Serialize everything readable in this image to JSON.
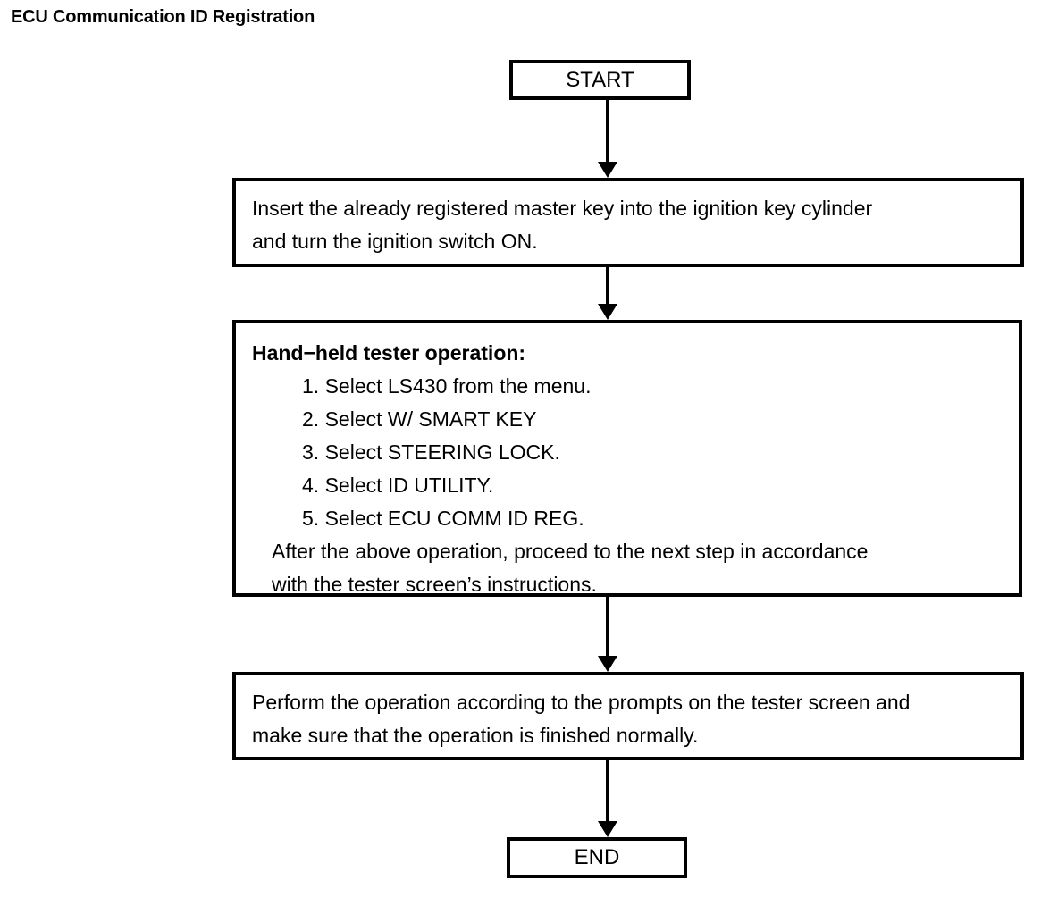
{
  "document": {
    "title": "ECU Communication ID Registration"
  },
  "flowchart": {
    "start": {
      "label": "START"
    },
    "end": {
      "label": "END"
    },
    "step_insert_key": {
      "line1": "Insert the already registered master key into the ignition key cylinder",
      "line2": "and turn the ignition switch ON."
    },
    "step_tester": {
      "heading": "Hand−held tester operation:",
      "steps": [
        "1. Select LS430 from the menu.",
        "2. Select W/ SMART KEY",
        "3. Select STEERING LOCK.",
        "4. Select ID UTILITY.",
        "5. Select ECU COMM ID REG."
      ],
      "note_line1": "After the above operation, proceed to the next step in accordance",
      "note_line2": "with the tester screen’s instructions."
    },
    "step_verify": {
      "line1": "Perform the operation according to the prompts on the tester screen and",
      "line2": "make sure that the operation is finished normally."
    },
    "colors": {
      "stroke": "#000000",
      "background": "#ffffff",
      "text": "#000000"
    }
  }
}
